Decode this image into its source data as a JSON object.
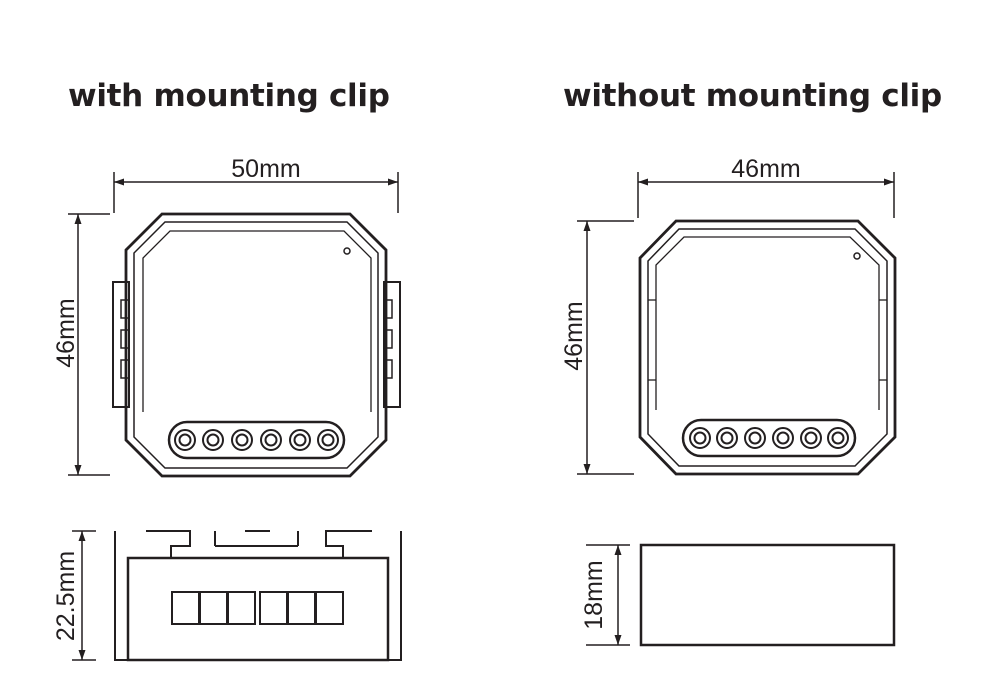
{
  "with_clip": {
    "title": "with mounting clip",
    "width_label": "50mm",
    "height_label": "46mm",
    "depth_label": "22.5mm"
  },
  "without_clip": {
    "title": "without mounting clip",
    "width_label": "46mm",
    "height_label": "46mm",
    "depth_label": "18mm"
  },
  "terminal_count": 6,
  "colors": {
    "line": "#231f20",
    "background": "#ffffff"
  }
}
